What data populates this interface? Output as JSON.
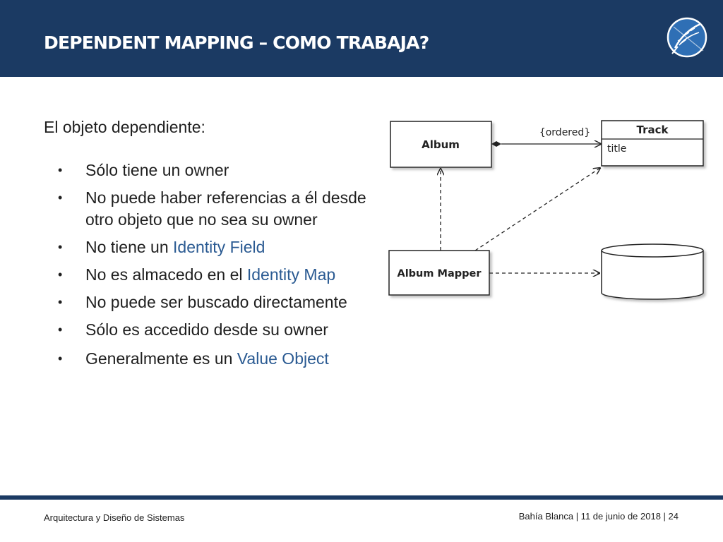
{
  "slide": {
    "title": "DEPENDENT MAPPING – COMO TRABAJA?",
    "intro": "El objeto dependiente:",
    "bullets": [
      {
        "text": "Sólo tiene un owner",
        "highlight": ""
      },
      {
        "text": "No puede haber referencias  a él desde otro objeto que no sea su owner",
        "highlight": ""
      },
      {
        "text": "No tiene un ",
        "highlight": "Identity Field"
      },
      {
        "text": "No es almacedo en el ",
        "highlight": "Identity Map"
      },
      {
        "text": "No puede ser buscado directamente",
        "highlight": ""
      },
      {
        "text": "Sólo es accedido desde su owner",
        "highlight": ""
      },
      {
        "text": "Generalmente es un ",
        "highlight": "Value Object"
      }
    ],
    "bullet_symbol": "•"
  },
  "diagram": {
    "album_label": "Album",
    "track_label": "Track",
    "track_attribute": "title",
    "association_label": "{ordered}",
    "mapper_label": "Album Mapper",
    "database_icon": "database-cylinder-icon"
  },
  "footer": {
    "left": "Arquitectura y Diseño de Sistemas",
    "right": "Bahía Blanca | 11 de junio de 2018 | 24"
  },
  "colors": {
    "header": "#1b3a63",
    "highlight": "#2a5a92",
    "text": "#1f1f1f"
  },
  "logo": "university-emblem-icon"
}
